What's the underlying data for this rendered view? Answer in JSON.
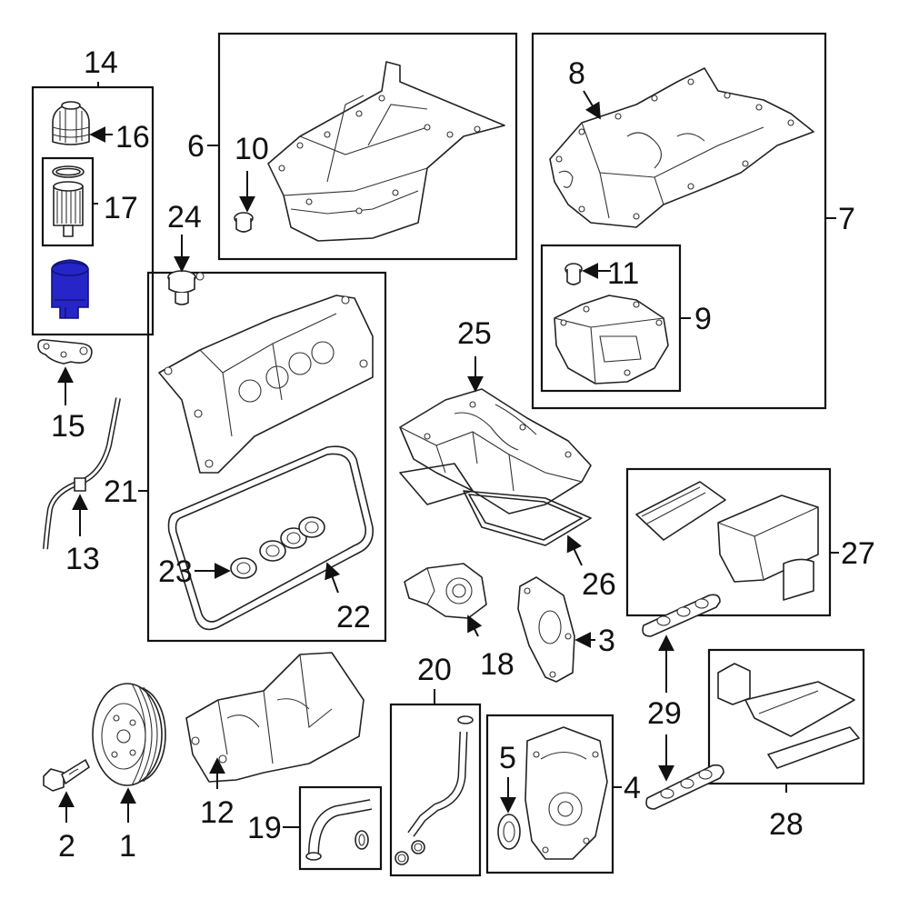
{
  "callouts": {
    "n1": "1",
    "n2": "2",
    "n3": "3",
    "n4": "4",
    "n5": "5",
    "n6": "6",
    "n7": "7",
    "n8": "8",
    "n9": "9",
    "n10": "10",
    "n11": "11",
    "n12": "12",
    "n13": "13",
    "n14": "14",
    "n15": "15",
    "n16": "16",
    "n17": "17",
    "n18": "18",
    "n19": "19",
    "n20": "20",
    "n21": "21",
    "n22": "22",
    "n23": "23",
    "n24": "24",
    "n25": "25",
    "n26": "26",
    "n27": "27",
    "n28": "28",
    "n29": "29"
  },
  "colors": {
    "line": "#111111",
    "highlight_fill": "#2525c8",
    "highlight_stroke": "#12127a",
    "background": "#ffffff"
  },
  "highlighted_part": "16"
}
